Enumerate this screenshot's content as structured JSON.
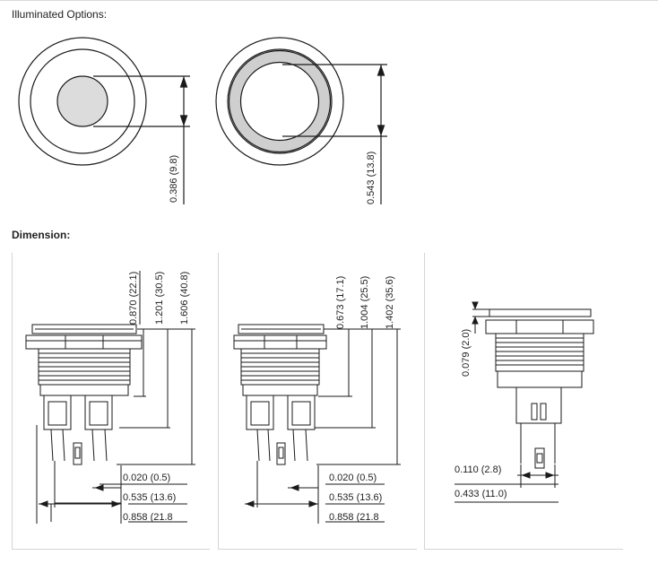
{
  "headings": {
    "illuminated_options": "Illuminated Options:",
    "dimension": "Dimension:"
  },
  "illuminated": {
    "dot": {
      "dimension_label": "0.386 (9.8)"
    },
    "ring": {
      "dimension_label": "0.543 (13.8)"
    }
  },
  "dimension_views": {
    "view1": {
      "heights": [
        "0.870 (22.1)",
        "1.201 (30.5)",
        "1.606 (40.8)"
      ],
      "widths": [
        "0.020 (0.5)",
        "0.535 (13.6)",
        "0.858 (21.8"
      ]
    },
    "view2": {
      "heights": [
        "0.673 (17.1)",
        "1.004 (25.5)",
        "1.402 (35.6)"
      ],
      "widths": [
        "0.020 (0.5)",
        "0.535 (13.6)",
        "0.858 (21.8"
      ]
    },
    "side_view": {
      "height": "0.079 (2.0)",
      "widths": [
        "0.110 (2.8)",
        "0.433 (11.0)"
      ]
    }
  },
  "colors": {
    "line": "#1a1a1a",
    "fill_gray": "#dcdcdc",
    "panel_border": "#d4d4d4"
  }
}
